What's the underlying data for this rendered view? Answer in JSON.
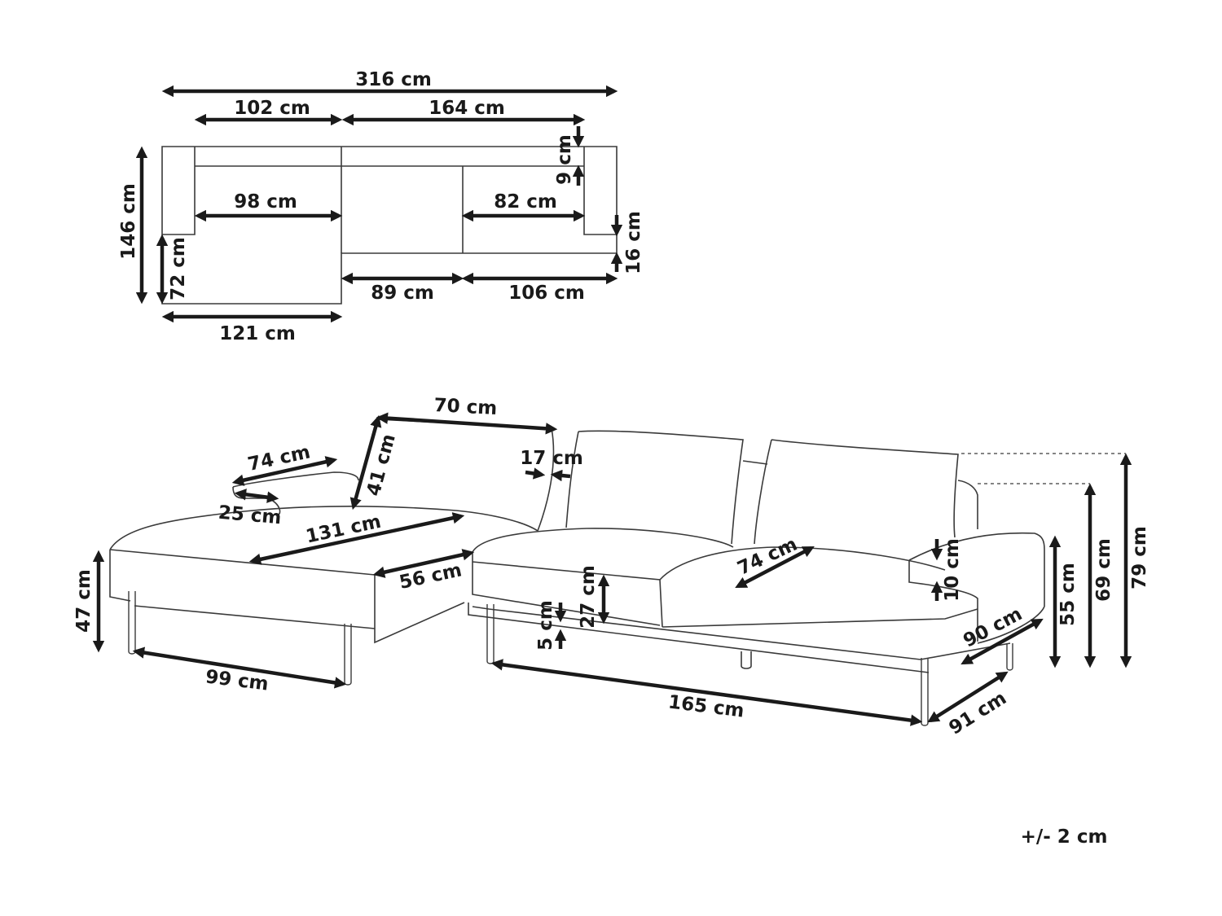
{
  "top_view": {
    "overall_width": "316 cm",
    "left_section_width": "102 cm",
    "right_section_width": "164 cm",
    "armrest_depth": "9 cm",
    "overall_depth": "146 cm",
    "chaise_seat_width": "98 cm",
    "right_seat_width": "82 cm",
    "armrest_end_offset": "16 cm",
    "chaise_extension": "72 cm",
    "middle_seat_width": "89 cm",
    "right_cushion_width": "106 cm",
    "chaise_width": "121 cm"
  },
  "side_view": {
    "backrest_width": "70 cm",
    "armrest_length": "74 cm",
    "backrest_height": "41 cm",
    "backrest_thickness": "17 cm",
    "armrest_width": "25 cm",
    "chaise_length": "131 cm",
    "chaise_seat_height": "47 cm",
    "seat_depth_chaise": "56 cm",
    "seat_depth": "74 cm",
    "seat_cushion_thickness": "27 cm",
    "leg_clearance": "5 cm",
    "arm_above_seat": "10 cm",
    "armrest_height": "55 cm",
    "back_height": "69 cm",
    "total_height": "79 cm",
    "chaise_leg_span": "99 cm",
    "sofa_leg_span": "165 cm",
    "sofa_depth": "90 cm",
    "total_depth": "91 cm"
  },
  "tolerance": "+/- 2 cm"
}
